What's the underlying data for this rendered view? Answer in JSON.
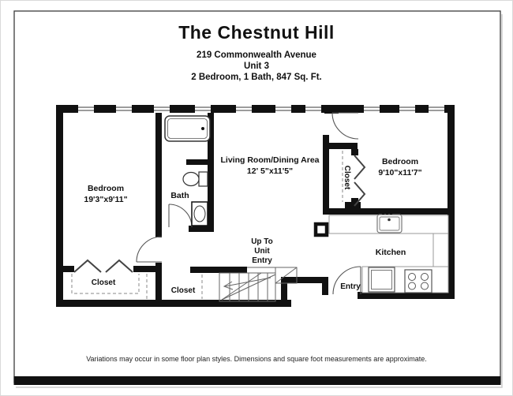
{
  "header": {
    "building_name": "The Chestnut Hill",
    "address": "219 Commonwealth Avenue",
    "unit": "Unit 3",
    "summary": "2 Bedroom, 1 Bath, 847 Sq. Ft."
  },
  "rooms": {
    "bedroom_left": {
      "name": "Bedroom",
      "dimensions": "19'3\"x9'11\""
    },
    "bedroom_right": {
      "name": "Bedroom",
      "dimensions": "9'10\"x11'7\""
    },
    "living": {
      "name": "Living Room/Dining Area",
      "dimensions": "12' 5\"x11'5\""
    },
    "bath": {
      "name": "Bath"
    },
    "kitchen": {
      "name": "Kitchen"
    },
    "entry": {
      "name": "Entry"
    },
    "stairs": {
      "line1": "Up To",
      "line2": "Unit",
      "line3": "Entry"
    },
    "closet_left": {
      "name": "Closet"
    },
    "closet_middle": {
      "name": "Closet"
    },
    "closet_right": {
      "name": "Closet"
    }
  },
  "footer": {
    "disclaimer": "Variations may occur in some floor plan styles. Dimensions and square foot measurements are approximate."
  },
  "colors": {
    "wall": "#111111",
    "line": "#444444",
    "counter": "#999999"
  }
}
